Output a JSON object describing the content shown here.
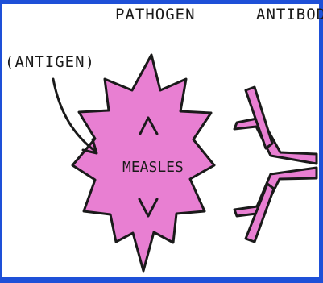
{
  "labels": {
    "pathogen": "PATHOGEN",
    "antibody": "ANTIBODY",
    "antigen": "(ANTIGEN)",
    "measles": "MEASLES"
  },
  "colors": {
    "fill": "#e87fd2",
    "outline": "#1a1a1a",
    "frame": "#1e50d8",
    "background": "#ffffff"
  }
}
